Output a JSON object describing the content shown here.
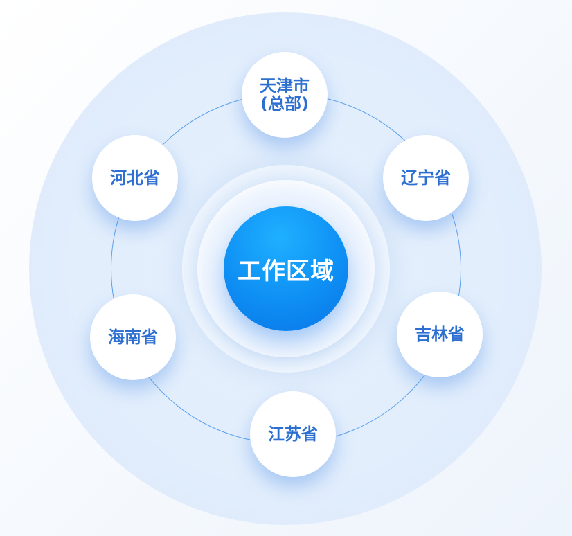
{
  "center": {
    "label": "工作区域"
  },
  "nodes": [
    {
      "id": "tianjin",
      "label_line1": "天津市",
      "label_line2": "(总部)"
    },
    {
      "id": "liaoning",
      "label": "辽宁省"
    },
    {
      "id": "jilin",
      "label": "吉林省"
    },
    {
      "id": "jiangsu",
      "label": "江苏省"
    },
    {
      "id": "hainan",
      "label": "海南省"
    },
    {
      "id": "hebei",
      "label": "河北省"
    }
  ],
  "colors": {
    "center_fill": "#0e8ff4",
    "node_text": "#2d6fd1",
    "orbit_line": "#5aa0ec",
    "ring_fill": "#e2eefc"
  }
}
